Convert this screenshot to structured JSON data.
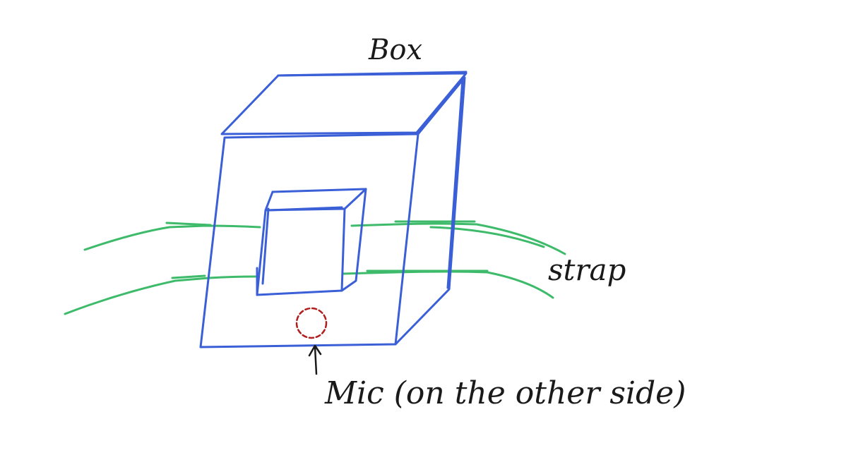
{
  "labels": {
    "box": "Box",
    "strap": "strap",
    "mic": "Mic (on the other side)"
  },
  "colors": {
    "box": "#3a5fd6",
    "strap": "#3dbb6a",
    "mic": "#b01e1e",
    "ink": "#1a1a1a",
    "background": "#ffffff"
  }
}
